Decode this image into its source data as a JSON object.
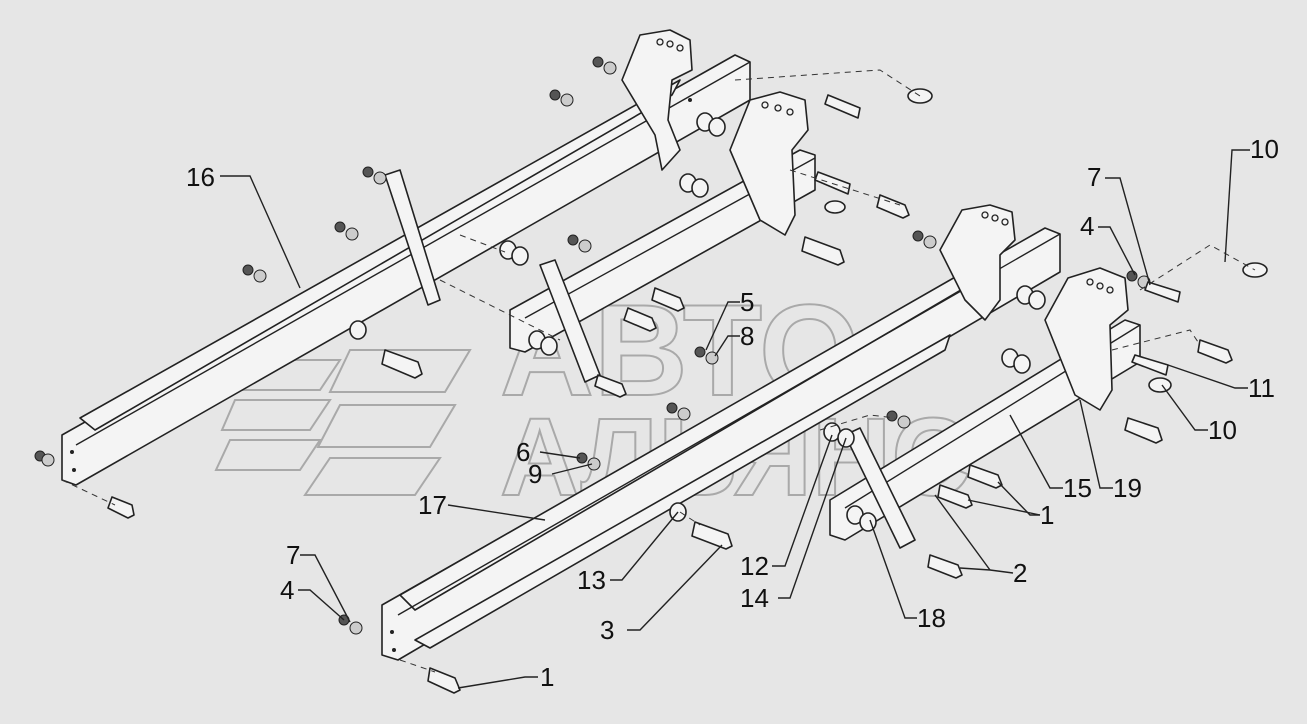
{
  "watermark": {
    "line1": "АВТО",
    "line2": "АЛЬЯНС"
  },
  "callouts": [
    {
      "id": "c16",
      "text": "16"
    },
    {
      "id": "c10a",
      "text": "10"
    },
    {
      "id": "c7a",
      "text": "7"
    },
    {
      "id": "c4a",
      "text": "4"
    },
    {
      "id": "c5",
      "text": "5"
    },
    {
      "id": "c8",
      "text": "8"
    },
    {
      "id": "c11",
      "text": "11"
    },
    {
      "id": "c10b",
      "text": "10"
    },
    {
      "id": "c6",
      "text": "6"
    },
    {
      "id": "c9",
      "text": "9"
    },
    {
      "id": "c15",
      "text": "15"
    },
    {
      "id": "c19",
      "text": "19"
    },
    {
      "id": "c17",
      "text": "17"
    },
    {
      "id": "c1a",
      "text": "1"
    },
    {
      "id": "c7b",
      "text": "7"
    },
    {
      "id": "c12",
      "text": "12"
    },
    {
      "id": "c2",
      "text": "2"
    },
    {
      "id": "c4b",
      "text": "4"
    },
    {
      "id": "c13",
      "text": "13"
    },
    {
      "id": "c14",
      "text": "14"
    },
    {
      "id": "c18",
      "text": "18"
    },
    {
      "id": "c3",
      "text": "3"
    },
    {
      "id": "c1b",
      "text": "1"
    }
  ]
}
